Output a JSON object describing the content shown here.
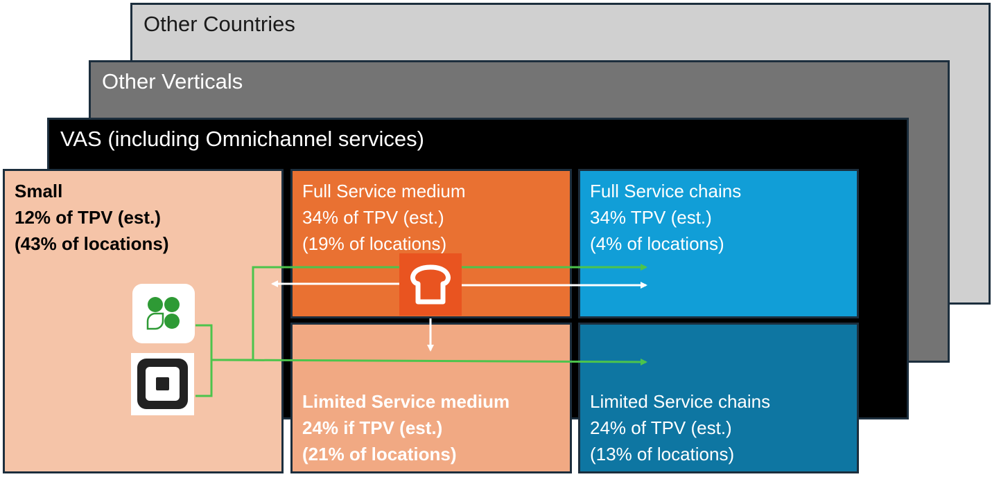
{
  "layers": {
    "other_countries": "Other Countries",
    "other_verticals": "Other Verticals",
    "vas": "VAS (including Omnichannel services)"
  },
  "segments": {
    "small": {
      "title": "Small",
      "tpv": "12% of TPV (est.)",
      "locations": "(43% of locations)"
    },
    "full_service_medium": {
      "title": "Full Service medium",
      "tpv": "34% of TPV (est.)",
      "locations": "(19% of locations)"
    },
    "full_service_chains": {
      "title": "Full Service chains",
      "tpv": "34% TPV (est.)",
      "locations": "(4% of locations)"
    },
    "limited_service_medium": {
      "title": "Limited Service medium",
      "tpv": "24% if TPV (est.)",
      "locations": "(21% of locations)"
    },
    "limited_service_chains": {
      "title": "Limited Service chains",
      "tpv": "24% of TPV (est.)",
      "locations": "(13% of locations)"
    }
  },
  "logos": {
    "clover": "clover-logo-icon",
    "square": "square-logo-icon",
    "toast": "toast-logo-icon"
  },
  "colors": {
    "green_arrow": "#4cc44c",
    "white_arrow": "#ffffff",
    "small": "#f5c4a8",
    "full_service_medium": "#e97132",
    "full_service_chains": "#119ed7",
    "limited_service_medium": "#f1a983",
    "limited_service_chains": "#0e76a2",
    "vas": "#000000",
    "other_verticals": "#747474",
    "other_countries": "#d0d0d0"
  }
}
